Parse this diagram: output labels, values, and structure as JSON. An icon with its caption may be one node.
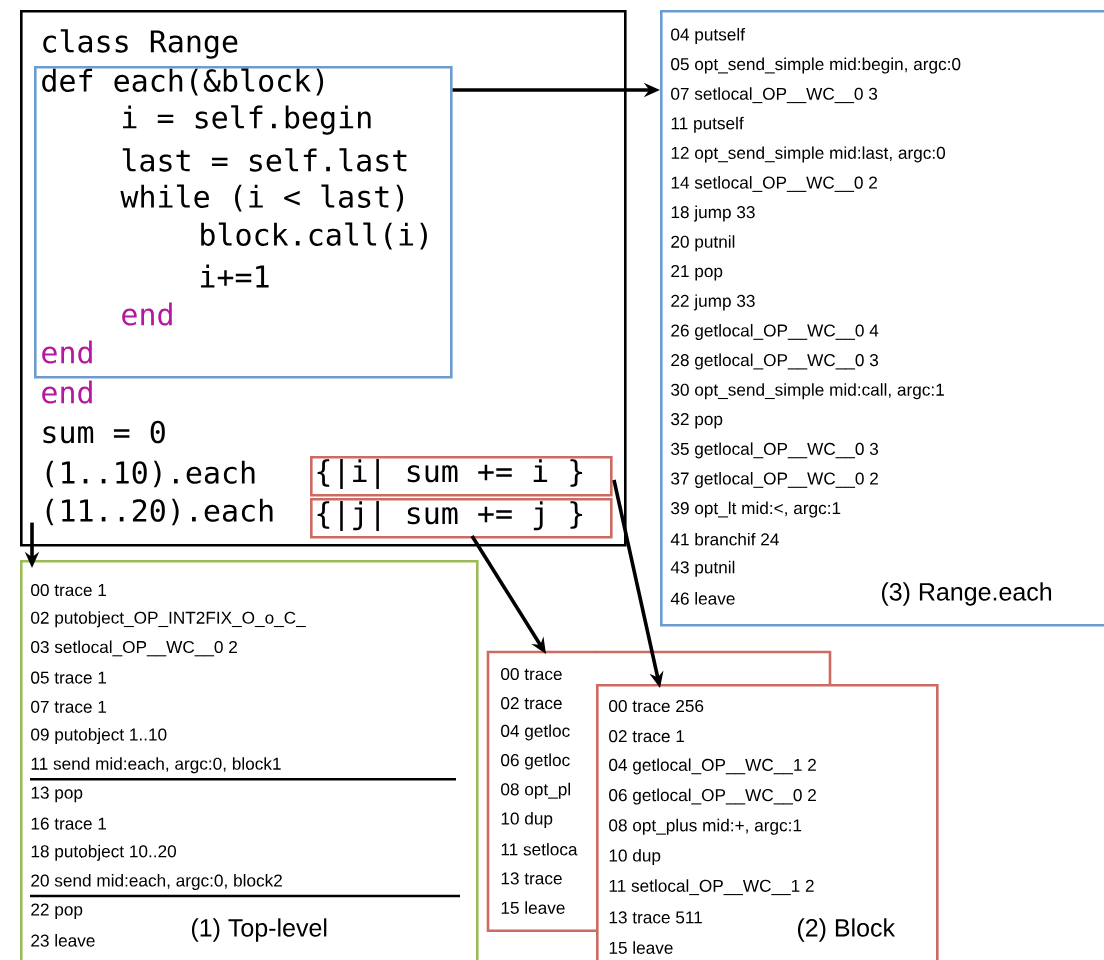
{
  "diagram": {
    "nodes": [
      {
        "text": [
          "class Range",
          "end",
          "sum = 0",
          "(1..10).each",
          "(11..20).each"
        ]
      },
      {
        "text": [
          "def each(&block)",
          "i = self.begin",
          "last = self.last",
          "while (i < last)",
          "block.call(i)",
          "i+=1",
          "end",
          "end"
        ],
        "in": 0
      },
      {
        "text": [
          "{|i| sum += i }"
        ],
        "in": 0
      },
      {
        "text": [
          "{|j| sum += j }"
        ],
        "in": 0
      },
      {
        "text": [
          "04 putself",
          "05 opt_send_simple  mid:begin, argc:0",
          "07 setlocal_OP__WC__0 3",
          "11 putself",
          "12 opt_send_simple  mid:last, argc:0",
          "14 setlocal_OP__WC__0 2",
          "18 jump 33",
          "20 putnil",
          "21 pop",
          "22 jump 33",
          "26 getlocal_OP__WC__0 4",
          "28 getlocal_OP__WC__0 3",
          "30 opt_send_simple  mid:call, argc:1",
          "32 pop",
          "35 getlocal_OP__WC__0 3",
          "37 getlocal_OP__WC__0 2",
          "39 opt_lt mid:<, argc:1",
          "41 branchif 24",
          "43 putnil",
          "46 leave",
          "(3) Range.each"
        ]
      },
      {
        "text": [
          "00 trace 1",
          "02 putobject_OP_INT2FIX_O_o_C_",
          "03 setlocal_OP__WC__0 2",
          "05 trace 1",
          "07 trace 1",
          "09 putobject 1..10",
          "11 send mid:each, argc:0, block1",
          "13 pop",
          "16 trace 1",
          "18 putobject 10..20",
          "20 send mid:each, argc:0, block2",
          "22 pop",
          "23 leave",
          "(1) Top-level"
        ]
      },
      {
        "text": [
          "00 trace",
          "02 trace",
          "04 getloc",
          "06 getloc",
          "08 opt_pl",
          "10 dup",
          "11 setloca",
          "13 trace",
          "15 leave"
        ]
      },
      {
        "text": [
          "00 trace 256",
          "02 trace 1",
          "04 getlocal_OP__WC__1 2",
          "06 getlocal_OP__WC__0 2",
          "08 opt_plus mid:+, argc:1",
          "10 dup",
          "11 setlocal_OP__WC__1 2",
          "13 trace 511",
          "15 leave",
          "(2) Block"
        ]
      }
    ],
    "edges": [
      {
        "from": 1,
        "to": 4,
        "arrow": "to"
      },
      {
        "from": 0,
        "to": 5,
        "arrow": "to"
      },
      {
        "from": 2,
        "to": 7,
        "arrow": "to"
      },
      {
        "from": 3,
        "to": 6,
        "arrow": "to"
      }
    ]
  }
}
